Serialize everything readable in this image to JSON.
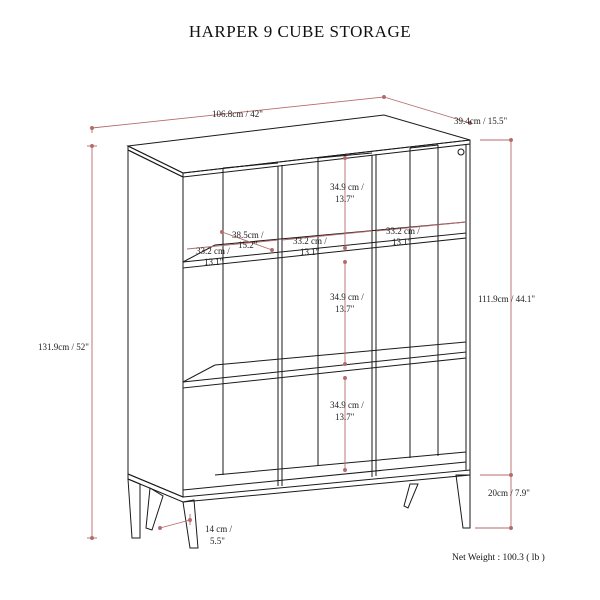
{
  "title": "HARPER 9 CUBE STORAGE",
  "net_weight": "Net Weight : 100.3 ( lb )",
  "colors": {
    "dimension_line": "#b56b6b",
    "furniture_stroke": "#1a1a1a",
    "background": "#ffffff"
  },
  "dimensions": {
    "width": "106.8cm / 42\"",
    "depth": "39.4cm / 15.5\"",
    "height_total": "131.9cm / 52\"",
    "height_body": "111.9cm / 44.1\"",
    "leg_height": "20cm / 7.9\"",
    "leg_depth_line1": "14 cm /",
    "leg_depth_line2": "5.5\"",
    "cube_depth_line1": "38.5cm /",
    "cube_depth_line2": "15.2\"",
    "cube_width_line1": "33.2 cm /",
    "cube_width_line2": "13.1\"",
    "cube_height_line1": "34.9 cm /",
    "cube_height_line2": "13.7\""
  }
}
